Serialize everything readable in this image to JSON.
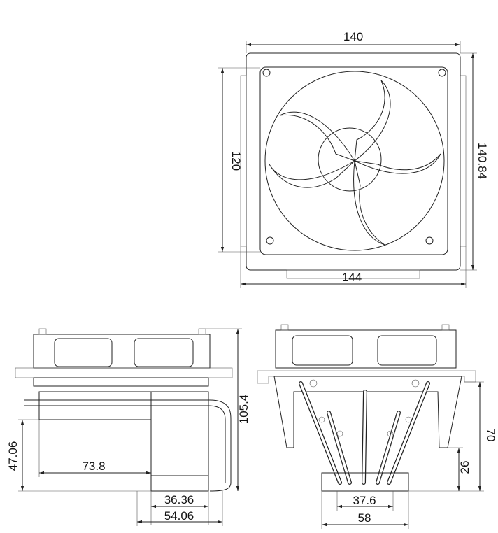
{
  "top_view": {
    "dims": {
      "width_fan_frame": "140",
      "height_fan_frame": "140.84",
      "fan_hole_spacing": "120",
      "overall_width": "144"
    }
  },
  "side_view": {
    "dims": {
      "total_height": "105.4",
      "base_clearance_height": "47.06",
      "fin_length": "73.8",
      "base_inner_width": "36.36",
      "base_outer_width": "54.06"
    }
  },
  "front_view": {
    "dims": {
      "fin_height": "70",
      "base_to_fin": "26",
      "base_inner_width": "37.6",
      "base_outer_width": "58"
    }
  }
}
